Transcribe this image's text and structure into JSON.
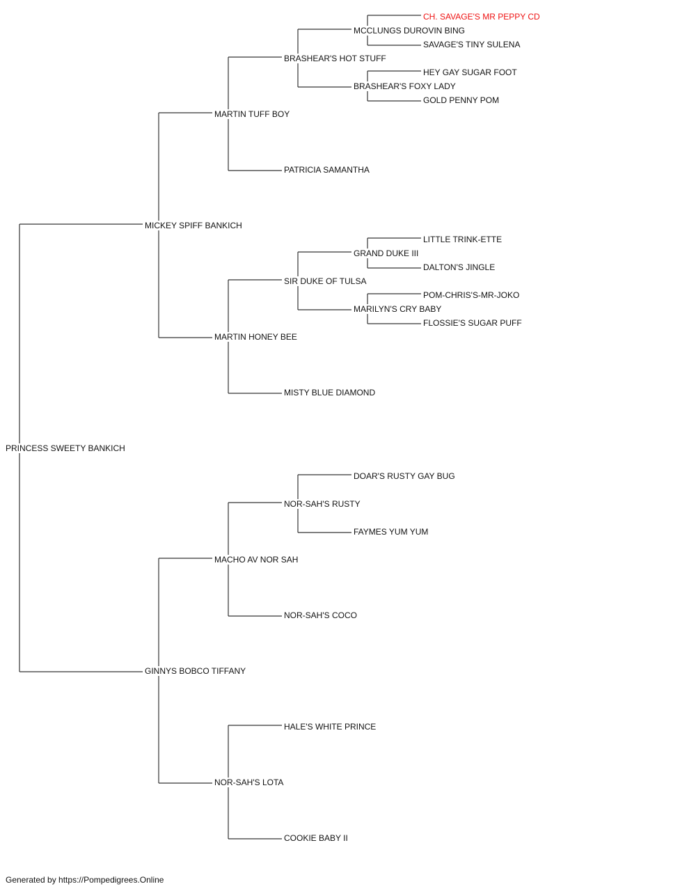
{
  "pedigree": {
    "subject": "PRINCESS SWEETY BANKICH",
    "sire": "MICKEY SPIFF BANKICH",
    "dam": "GINNYS BOBCO TIFFANY",
    "sire_sire": "MARTIN TUFF BOY",
    "sire_dam": "MARTIN HONEY BEE",
    "dam_sire": "MACHO AV NOR SAH",
    "dam_dam": "NOR-SAH'S LOTA",
    "gen3": [
      "BRASHEAR'S HOT STUFF",
      "PATRICIA SAMANTHA",
      "SIR DUKE OF TULSA",
      "MISTY BLUE DIAMOND",
      "NOR-SAH'S RUSTY",
      "NOR-SAH'S COCO",
      "HALE'S WHITE PRINCE",
      "COOKIE BABY II"
    ],
    "gen4": [
      "MCCLUNGS DUROVIN BING",
      "BRASHEAR'S FOXY LADY",
      "GRAND DUKE III",
      "MARILYN'S CRY BABY",
      "DOAR'S RUSTY GAY BUG",
      "FAYMES YUM YUM"
    ],
    "gen5": [
      "CH. SAVAGE'S MR PEPPY CD",
      "SAVAGE'S TINY SULENA",
      "HEY GAY SUGAR FOOT",
      "GOLD PENNY POM",
      "LITTLE TRINK-ETTE",
      "DALTON'S JINGLE",
      "POM-CHRIS'S-MR-JOKO",
      "FLOSSIE'S SUGAR PUFF"
    ]
  },
  "colors": {
    "highlight": "#ee1111",
    "line": "#333333",
    "text": "#111111"
  },
  "footer": "Generated by https://Pompedigrees.Online"
}
